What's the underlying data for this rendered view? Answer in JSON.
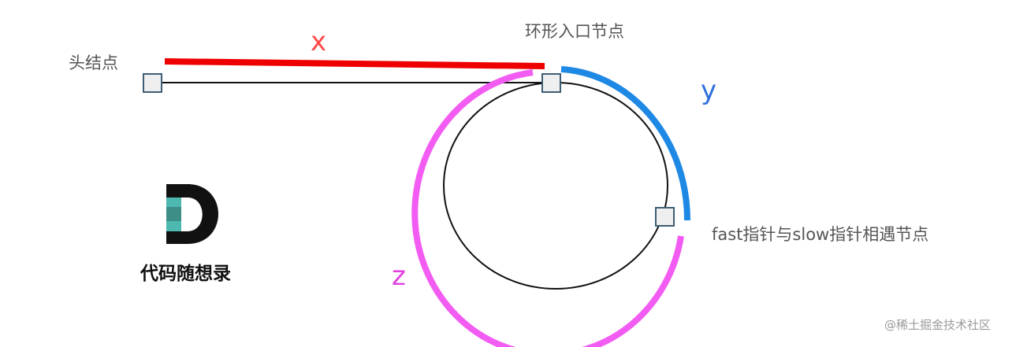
{
  "labels": {
    "head_node": "头结点",
    "cycle_entry": "环形入口节点",
    "meeting_point": "fast指针与slow指针相遇节点",
    "x": "x",
    "y": "y",
    "z": "z"
  },
  "branding": {
    "logo_text": "代码随想录",
    "watermark": "@稀土掘金技术社区"
  },
  "colors": {
    "x_segment": "#ee0000",
    "y_segment": "#1e88e5",
    "z_segment": "#f25cf2",
    "node_fill": "#efefef",
    "node_stroke": "#3f5d73",
    "x_label": "#ff4a4a",
    "y_label": "#2f6fdc",
    "z_label": "#e040e0",
    "logo_dark": "#111111",
    "logo_teal": "#4db8b0"
  },
  "icons": {
    "logo": "stylized-d-logo"
  }
}
